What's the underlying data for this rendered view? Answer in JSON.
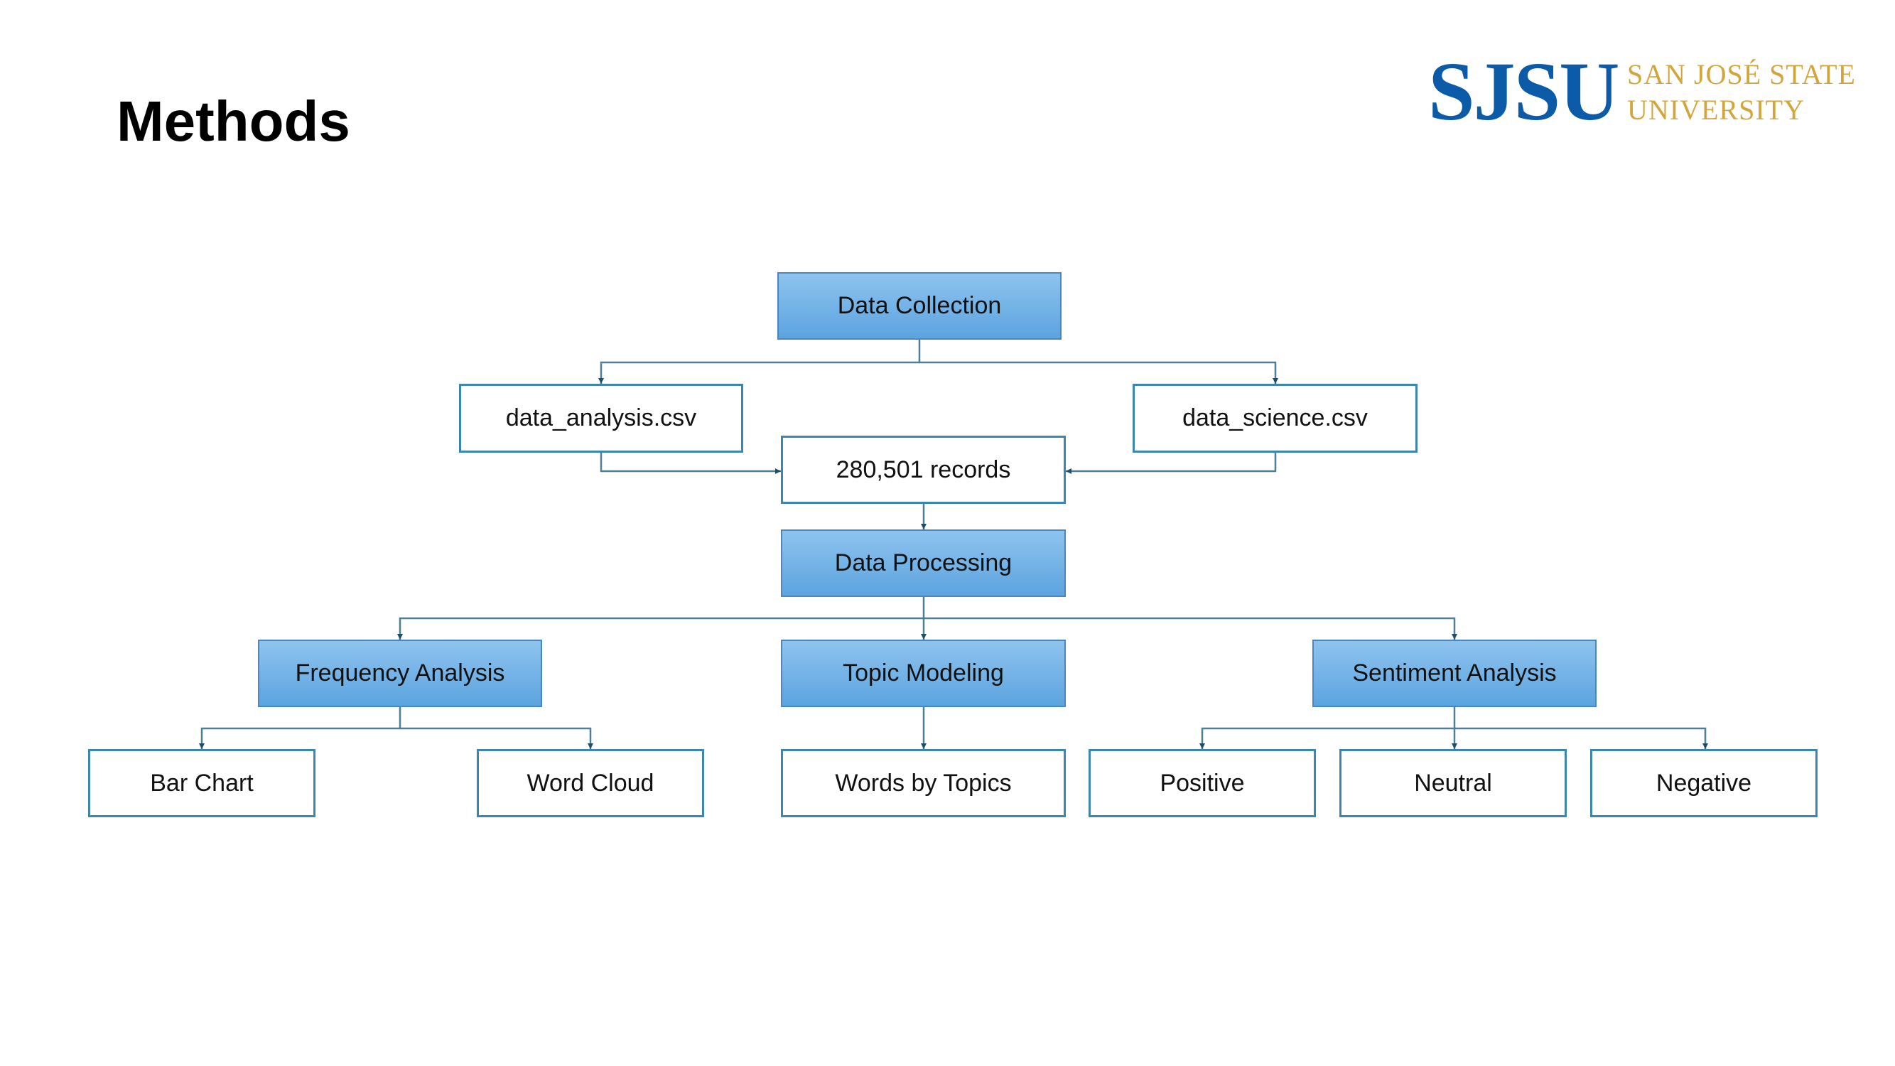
{
  "slide": {
    "title": "Methods"
  },
  "logo": {
    "mark": "SJSU",
    "line1": "SAN JOSÉ STATE",
    "line2": "UNIVERSITY"
  },
  "colors": {
    "filled_node": "#6aaee6",
    "outline_border": "#3d86b0",
    "connector": "#4e7f96",
    "arrow": "#1f4f66",
    "logo_blue": "#0b5ba8",
    "logo_gold": "#d2a63c"
  },
  "diagram": {
    "nodes": {
      "data_collection": "Data Collection",
      "data_analysis_csv": "data_analysis.csv",
      "data_science_csv": "data_science.csv",
      "records": "280,501 records",
      "data_processing": "Data Processing",
      "frequency_analysis": "Frequency Analysis",
      "topic_modeling": "Topic Modeling",
      "sentiment_analysis": "Sentiment Analysis",
      "bar_chart": "Bar Chart",
      "word_cloud": "Word Cloud",
      "words_by_topics": "Words by Topics",
      "positive": "Positive",
      "neutral": "Neutral",
      "negative": "Negative"
    },
    "edges": [
      [
        "data_collection",
        "data_analysis_csv"
      ],
      [
        "data_collection",
        "data_science_csv"
      ],
      [
        "data_analysis_csv",
        "records"
      ],
      [
        "data_science_csv",
        "records"
      ],
      [
        "records",
        "data_processing"
      ],
      [
        "data_processing",
        "frequency_analysis"
      ],
      [
        "data_processing",
        "topic_modeling"
      ],
      [
        "data_processing",
        "sentiment_analysis"
      ],
      [
        "frequency_analysis",
        "bar_chart"
      ],
      [
        "frequency_analysis",
        "word_cloud"
      ],
      [
        "topic_modeling",
        "words_by_topics"
      ],
      [
        "sentiment_analysis",
        "positive"
      ],
      [
        "sentiment_analysis",
        "neutral"
      ],
      [
        "sentiment_analysis",
        "negative"
      ]
    ]
  }
}
